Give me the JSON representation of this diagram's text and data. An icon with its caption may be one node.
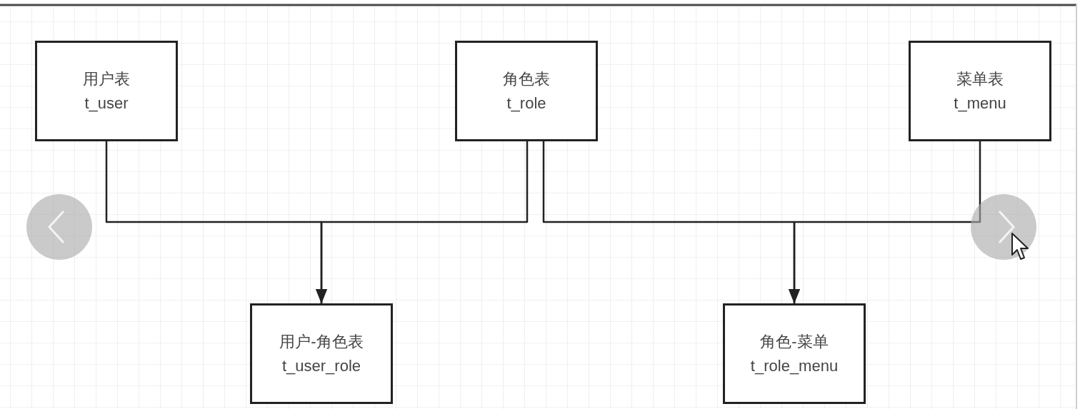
{
  "diagram": {
    "nodes": [
      {
        "text": [
          "用户表",
          "t_user"
        ]
      },
      {
        "text": [
          "角色表",
          "t_role"
        ]
      },
      {
        "text": [
          "菜单表",
          "t_menu"
        ]
      },
      {
        "text": [
          "用户-角色表",
          "t_user_role"
        ]
      },
      {
        "text": [
          "角色-菜单",
          "t_role_menu"
        ]
      }
    ],
    "edges": [
      {
        "from": 0,
        "to": 3,
        "arrow": "to"
      },
      {
        "from": 1,
        "to": 3,
        "arrow": "to"
      },
      {
        "from": 1,
        "to": 4,
        "arrow": "to"
      },
      {
        "from": 2,
        "to": 4,
        "arrow": "to"
      }
    ]
  }
}
